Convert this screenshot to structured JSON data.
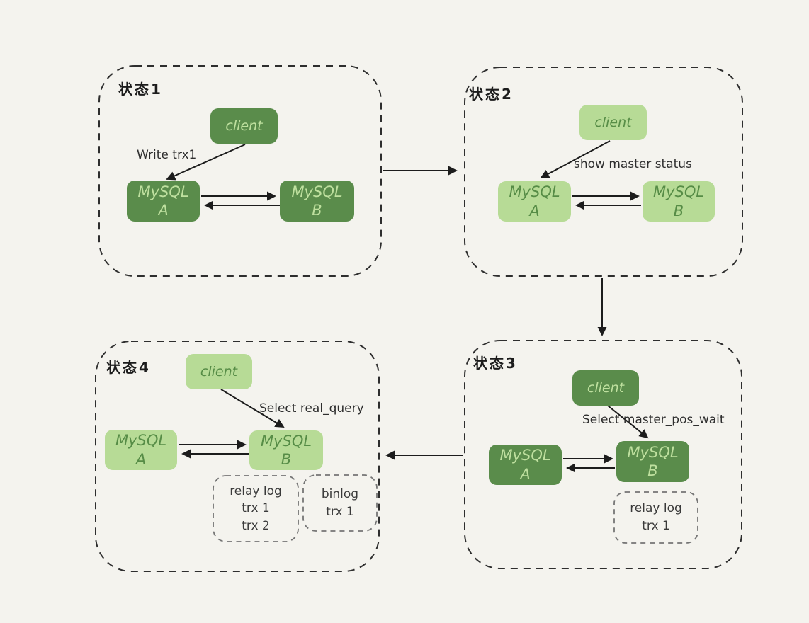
{
  "palette": {
    "bg": "#f4f3ee",
    "box-dark": "#5a8c4b",
    "box-dark-text": "#bfe09f",
    "box-light": "#b7db96",
    "box-light-text": "#568c46",
    "ink": "#1c1c1c",
    "annotation": "#2e2e2e",
    "log-border": "#757575",
    "log-text": "#3a3a3a"
  },
  "states": [
    {
      "label": "状态1",
      "client_label": "client",
      "annotation": "Write trx1",
      "nodes": [
        {
          "name": "MySQL",
          "id": "A"
        },
        {
          "name": "MySQL",
          "id": "B"
        }
      ],
      "logs": []
    },
    {
      "label": "状态2",
      "client_label": "client",
      "annotation": "show master status",
      "nodes": [
        {
          "name": "MySQL",
          "id": "A"
        },
        {
          "name": "MySQL",
          "id": "B"
        }
      ],
      "logs": []
    },
    {
      "label": "状态3",
      "client_label": "client",
      "annotation": "Select master_pos_wait",
      "nodes": [
        {
          "name": "MySQL",
          "id": "A"
        },
        {
          "name": "MySQL",
          "id": "B"
        }
      ],
      "logs": [
        {
          "lines": [
            "relay log",
            "trx 1"
          ]
        }
      ]
    },
    {
      "label": "状态4",
      "client_label": "client",
      "annotation": "Select real_query",
      "nodes": [
        {
          "name": "MySQL",
          "id": "A"
        },
        {
          "name": "MySQL",
          "id": "B"
        }
      ],
      "logs": [
        {
          "lines": [
            "relay log",
            "trx 1",
            "trx 2"
          ]
        },
        {
          "lines": [
            "binlog",
            "trx 1"
          ]
        }
      ]
    }
  ]
}
